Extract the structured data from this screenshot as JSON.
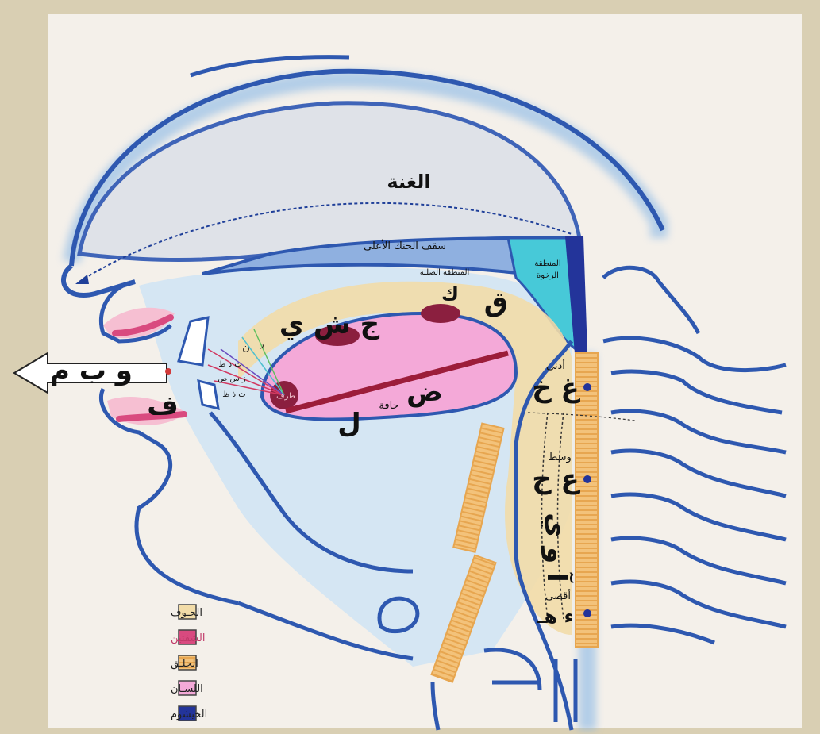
{
  "labels": {
    "ghunna": "الغنة",
    "upper_palate": "سقف الحنك الأعلى",
    "hard_palate": "المنطقة الصلبة",
    "soft_palate_line1": "المنطقة",
    "soft_palate_line2": "الرخوة",
    "lips_letters": "و ب م",
    "fa": "ف",
    "jeem_sheen_ya": "ج ش ي",
    "kaf": "ك",
    "qaf": "ق",
    "dad": "ض",
    "lam": "ل",
    "edge": "حافة",
    "tip": "طرف",
    "nun": "ن",
    "ra": "ر",
    "tongue_letters_1": "ت د ط",
    "tongue_letters_2": "ز س ص",
    "tongue_letters_3": "ث ذ ظ",
    "adna": "أدنى",
    "wasat": "وسط",
    "aqsa": "أقصى",
    "throat_near": "غ خ",
    "throat_mid": "ع ح",
    "throat_far": "ء هـ",
    "madd_letters": "آ و ي"
  },
  "legend": [
    {
      "label": "الجـوف",
      "color": "#f2dca8"
    },
    {
      "label": "الشفتين",
      "color": "#d94a7f"
    },
    {
      "label": "الحلـق",
      "color": "#f0b860"
    },
    {
      "label": "اللسـان",
      "color": "#f4a9d8"
    },
    {
      "label": "الخيشوم",
      "color": "#23349a"
    }
  ]
}
